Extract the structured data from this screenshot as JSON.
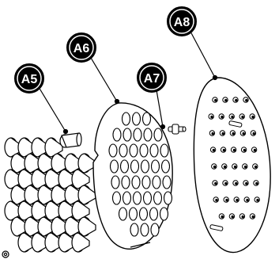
{
  "diagram": {
    "callouts": [
      {
        "id": "a5",
        "label": "A5"
      },
      {
        "id": "a6",
        "label": "A6"
      },
      {
        "id": "a7",
        "label": "A7"
      },
      {
        "id": "a8",
        "label": "A8"
      }
    ],
    "colors": {
      "line": "#000000",
      "fill": "#ffffff",
      "callout_bg": "#000000",
      "callout_text": "#ffffff"
    }
  }
}
